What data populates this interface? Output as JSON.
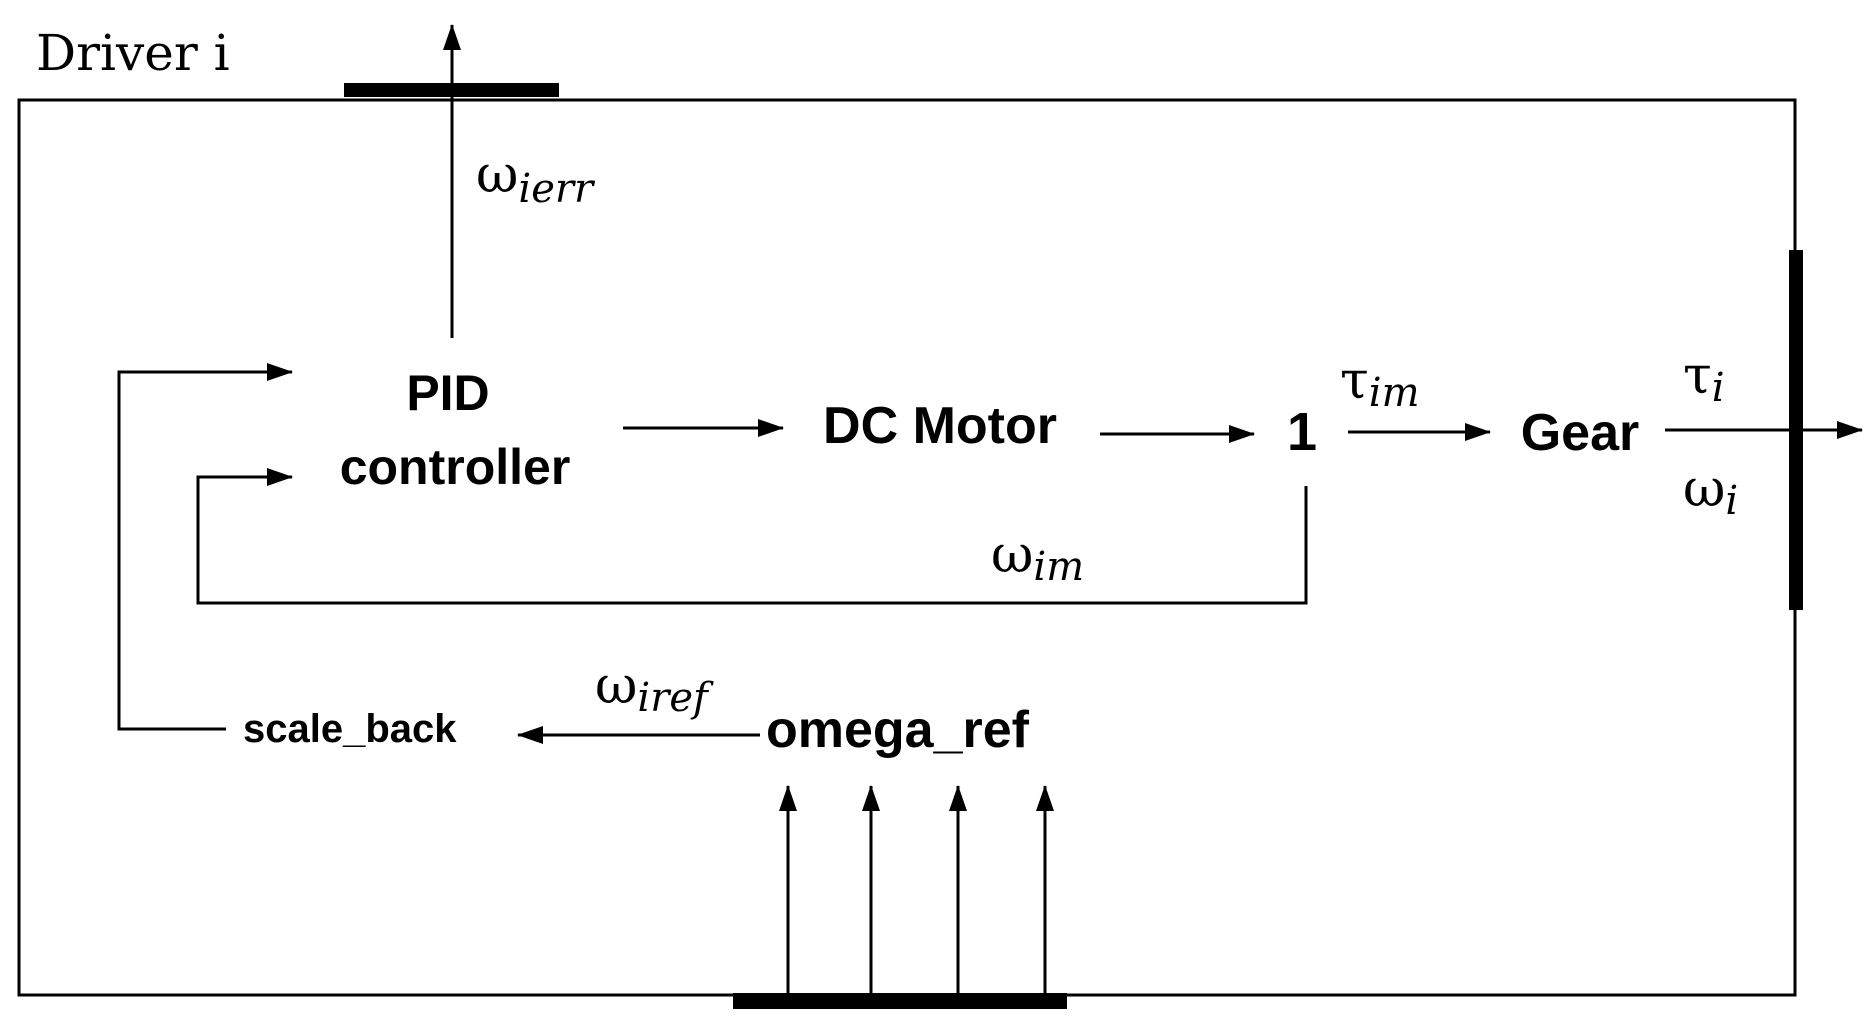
{
  "title": "Driver i",
  "blocks": {
    "pid_line1": "PID",
    "pid_line2": "controller",
    "dc_motor": "DC Motor",
    "gain": "1",
    "gear": "Gear",
    "omega_ref": "omega_ref",
    "scale_back": "scale_back"
  },
  "signals": {
    "omega_ierr": {
      "symbol": "ω",
      "subscript": "ierr"
    },
    "tau_im": {
      "symbol": "τ",
      "subscript": "im"
    },
    "tau_i": {
      "symbol": "τ",
      "subscript": "i"
    },
    "omega_i": {
      "symbol": "ω",
      "subscript": "i"
    },
    "omega_im": {
      "symbol": "ω",
      "subscript": "im"
    },
    "omega_iref": {
      "symbol": "ω",
      "subscript": "iref"
    }
  },
  "colors": {
    "ink": "#000000",
    "background": "#ffffff"
  }
}
